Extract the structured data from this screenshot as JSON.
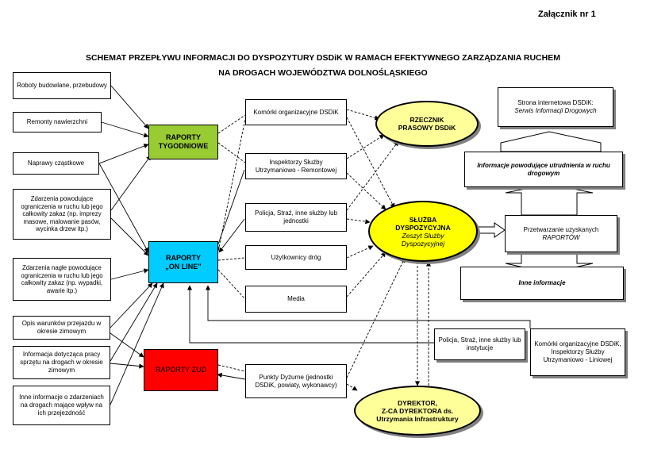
{
  "annex_label": "Załącznik nr 1",
  "title": {
    "line1": "SCHEMAT PRZEPŁYWU INFORMACJI DO DYSPOZYTURY DSDiK W RAMACH EFEKTYWNEGO ZARZĄDZANIA RUCHEM",
    "line2": "NA DROGACH WOJEWÓDZTWA DOLNOŚLĄSKIEGO"
  },
  "sources": {
    "roboty": "Roboty budowlane, przebudowy",
    "remonty": "Remonty nawierzchni",
    "naprawy": "Naprawy cząstkowe",
    "zdarzenia_ogr": "Zdarzenia powodujące ograniczenia w ruchu lub jego całkowity zakaz (np. imprezy masowe, malowanie pasów, wycinka drzew itp.)",
    "zdarzenia_nagle": "Zdarzenia nagłe powodujące ograniczenia w ruchu lub jego całkowity zakaz (np. wypadki, awarie itp.)",
    "opis_warunkow": "Opis warunków przejazdu w okresie zimowym",
    "informacja_pracy": "Informacja dotycząca pracy sprzętu na drogach w okresie zimowym",
    "inne_informacje": "Inne informacje o zdarzeniach na drogach mające wpływ na ich przejezdność"
  },
  "reports": {
    "tygodniowe": "RAPORTY TYGODNIOWE",
    "online_line1": "RAPORTY",
    "online_line2": "„ON LINE”",
    "zud": "RAPORTY ZUD"
  },
  "actors": {
    "komorki": "Komórki organizacyjne DSDiK",
    "inspektorzy": "Inspektorzy Służby Utrzymaniowo - Remontowej",
    "policja": "Policja, Straż, inne służby lub jednostki",
    "uzytkownicy": "Użytkownicy dróg",
    "media": "Media",
    "punkty": "Punkty Dyżurne (jednostki DSDiK, powiaty, wykonawcy)"
  },
  "rzecznik": {
    "line1": "RZECZNIK",
    "line2": "PRASOWY DSDiK"
  },
  "sluzba": {
    "line1": "SŁUŻBA",
    "line2": "DYSPOZYCYJNA",
    "line3": "Zeszyt Służby Dyspozycyjnej"
  },
  "dyrektor": {
    "line1": "DYREKTOR,",
    "line2": "Z-CA DYREKTORA ds.",
    "line3": "Utrzymania Infrastruktury"
  },
  "right": {
    "strona_line1": "Strona internetowa DSDiK:",
    "strona_line2": "Serwis Informacji Drogowych",
    "informacje_utrudnienia": "Informacje powodujące utrudnienia w ruchu drogowym",
    "przetwarzanie_line1": "Przetwarzanie uzyskanych",
    "przetwarzanie_line2": "RAPORTÓW",
    "inne_informacje": "Inne informacje",
    "policja_instytucje": "Policja, Straż, inne służby lub instytucje",
    "komorki_inspektorzy": "Komórki organizacyjne DSDiK, Inspektorzy Służby Utrzymaniowo - Liniowej"
  },
  "colors": {
    "raporty_tygodniowe": "#99cc33",
    "raporty_online": "#00ccff",
    "raporty_zud": "#ff0000",
    "ellipse_fill": "#ffff99",
    "sluzba_fill": "#ffff00",
    "shadow": "#808080"
  }
}
